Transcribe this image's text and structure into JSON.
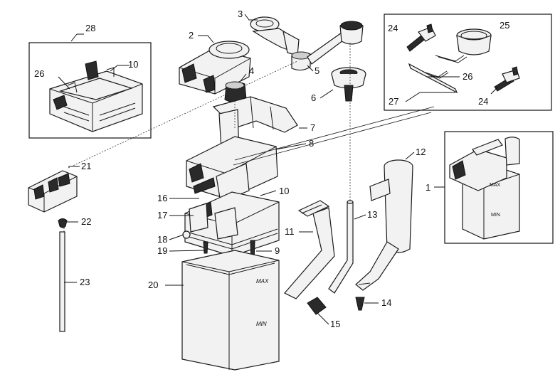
{
  "labels": {
    "l1": "1",
    "l2": "2",
    "l3": "3",
    "l4": "4",
    "l5": "5",
    "l6": "6",
    "l7": "7",
    "l8": "8",
    "l9": "9",
    "l10a": "10",
    "l10b": "10",
    "l11": "11",
    "l12": "12",
    "l13": "13",
    "l14": "14",
    "l15": "15",
    "l16": "16",
    "l17": "17",
    "l18": "18",
    "l19": "19",
    "l20": "20",
    "l21": "21",
    "l22": "22",
    "l23": "23",
    "l24a": "24",
    "l24b": "24",
    "l25": "25",
    "l26a": "26",
    "l26b": "26",
    "l27": "27",
    "l28": "28"
  },
  "tank_markings": {
    "max_front": "MAX",
    "min_front": "MIN",
    "max_inset": "MAX",
    "min_inset": "MIN"
  }
}
